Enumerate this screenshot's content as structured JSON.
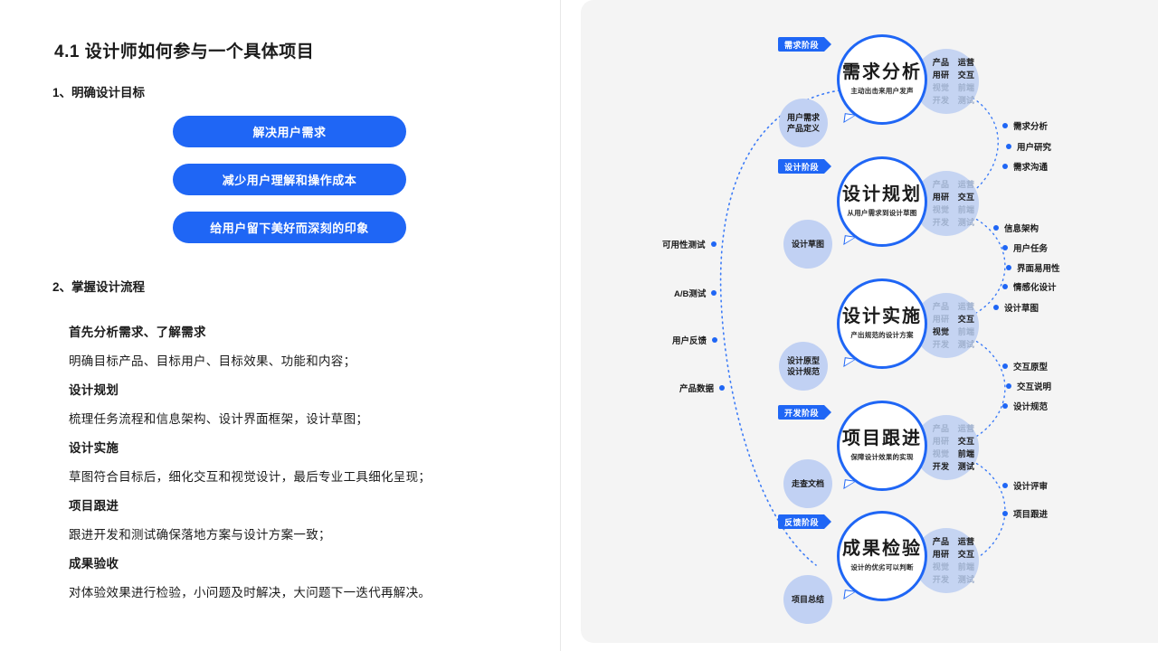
{
  "left": {
    "page_title": "4.1 设计师如何参与一个具体项目",
    "section1_title": "1、明确设计目标",
    "goal_buttons": [
      "解决用户需求",
      "减少用户理解和操作成本",
      "给用户留下美好而深刻的印象"
    ],
    "section2_title": "2、掌握设计流程",
    "flow_lines": [
      {
        "text": "首先分析需求、了解需求",
        "bold": true
      },
      {
        "text": "明确目标产品、目标用户、目标效果、功能和内容；",
        "bold": false
      },
      {
        "text": "设计规划",
        "bold": true
      },
      {
        "text": "梳理任务流程和信息架构、设计界面框架，设计草图；",
        "bold": false
      },
      {
        "text": "设计实施",
        "bold": true
      },
      {
        "text": "草图符合目标后，细化交互和视觉设计，最后专业工具细化呈现；",
        "bold": false
      },
      {
        "text": "项目跟进",
        "bold": true
      },
      {
        "text": "跟进开发和测试确保落地方案与设计方案一致；",
        "bold": false
      },
      {
        "text": "成果验收",
        "bold": true
      },
      {
        "text": "对体验效果进行检验，小问题及时解决，大问题下一迭代再解决。",
        "bold": false
      }
    ]
  },
  "diagram": {
    "accent_color": "#1f66f5",
    "panel_bg": "#f4f4f4",
    "role_chip_bg": "#c5d4f2",
    "output_bubble_bg": "#c1d1f3",
    "stages": [
      {
        "flag": "需求阶段",
        "title": "需求分析",
        "subtitle": "主动出击来用户发声",
        "output": [
          "用户需求",
          "产品定义"
        ],
        "roles": [
          {
            "label": "产品",
            "active": true
          },
          {
            "label": "运营",
            "active": true
          },
          {
            "label": "用研",
            "active": true
          },
          {
            "label": "交互",
            "active": true
          },
          {
            "label": "视觉",
            "active": false
          },
          {
            "label": "前端",
            "active": false
          },
          {
            "label": "开发",
            "active": false
          },
          {
            "label": "测试",
            "active": false
          }
        ],
        "deliverables": [
          "需求分析",
          "用户研究",
          "需求沟通"
        ]
      },
      {
        "flag": "设计阶段",
        "title": "设计规划",
        "subtitle": "从用户需求到设计草图",
        "output": [
          "设计草图"
        ],
        "roles": [
          {
            "label": "产品",
            "active": false
          },
          {
            "label": "运营",
            "active": false
          },
          {
            "label": "用研",
            "active": true
          },
          {
            "label": "交互",
            "active": true
          },
          {
            "label": "视觉",
            "active": false
          },
          {
            "label": "前端",
            "active": false
          },
          {
            "label": "开发",
            "active": false
          },
          {
            "label": "测试",
            "active": false
          }
        ],
        "deliverables": [
          "信息架构",
          "用户任务",
          "界面易用性",
          "情感化设计",
          "设计草图"
        ]
      },
      {
        "flag": "",
        "title": "设计实施",
        "subtitle": "产出规范的设计方案",
        "output": [
          "设计原型",
          "设计规范"
        ],
        "roles": [
          {
            "label": "产品",
            "active": false
          },
          {
            "label": "运营",
            "active": false
          },
          {
            "label": "用研",
            "active": false
          },
          {
            "label": "交互",
            "active": true
          },
          {
            "label": "视觉",
            "active": true
          },
          {
            "label": "前端",
            "active": false
          },
          {
            "label": "开发",
            "active": false
          },
          {
            "label": "测试",
            "active": false
          }
        ],
        "deliverables": [
          "交互原型",
          "交互说明",
          "设计规范"
        ]
      },
      {
        "flag": "开发阶段",
        "title": "项目跟进",
        "subtitle": "保障设计效果的实现",
        "output": [
          "走查文档"
        ],
        "roles": [
          {
            "label": "产品",
            "active": false
          },
          {
            "label": "运营",
            "active": false
          },
          {
            "label": "用研",
            "active": false
          },
          {
            "label": "交互",
            "active": true
          },
          {
            "label": "视觉",
            "active": false
          },
          {
            "label": "前端",
            "active": true
          },
          {
            "label": "开发",
            "active": true
          },
          {
            "label": "测试",
            "active": true
          }
        ],
        "deliverables": [
          "设计评审",
          "项目跟进"
        ]
      },
      {
        "flag": "反馈阶段",
        "title": "成果检验",
        "subtitle": "设计的优劣可以判断",
        "output": [
          "项目总结"
        ],
        "roles": [
          {
            "label": "产品",
            "active": true
          },
          {
            "label": "运营",
            "active": true
          },
          {
            "label": "用研",
            "active": true
          },
          {
            "label": "交互",
            "active": true
          },
          {
            "label": "视觉",
            "active": false
          },
          {
            "label": "前端",
            "active": false
          },
          {
            "label": "开发",
            "active": false
          },
          {
            "label": "测试",
            "active": false
          }
        ],
        "deliverables": []
      }
    ],
    "feedback_labels": [
      "可用性测试",
      "A/B测试",
      "用户反馈",
      "产品数据"
    ]
  }
}
